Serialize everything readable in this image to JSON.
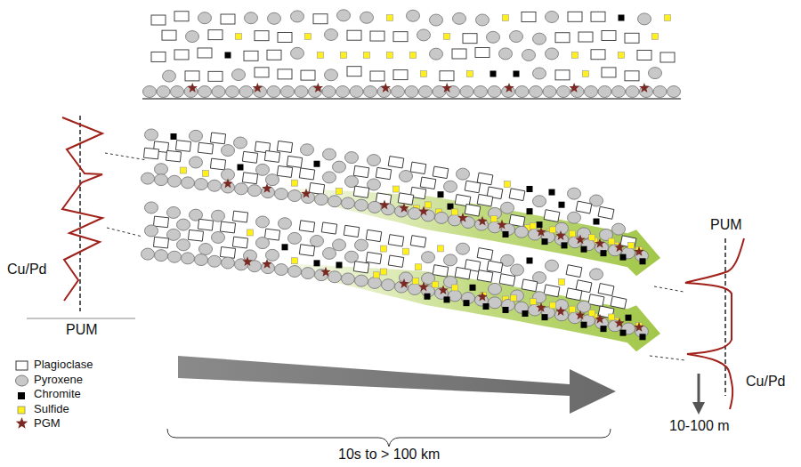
{
  "diagram": {
    "labels": [
      "Cu/Pd",
      "PUM",
      "PUM",
      "Cu/Pd",
      "10-100 m",
      "10s to > 100 km"
    ],
    "legend": [
      {
        "text": "Plagioclase"
      },
      {
        "text": "Pyroxene"
      },
      {
        "text": "Chromite"
      },
      {
        "text": "Sulfide"
      },
      {
        "text": "PGM"
      }
    ]
  }
}
